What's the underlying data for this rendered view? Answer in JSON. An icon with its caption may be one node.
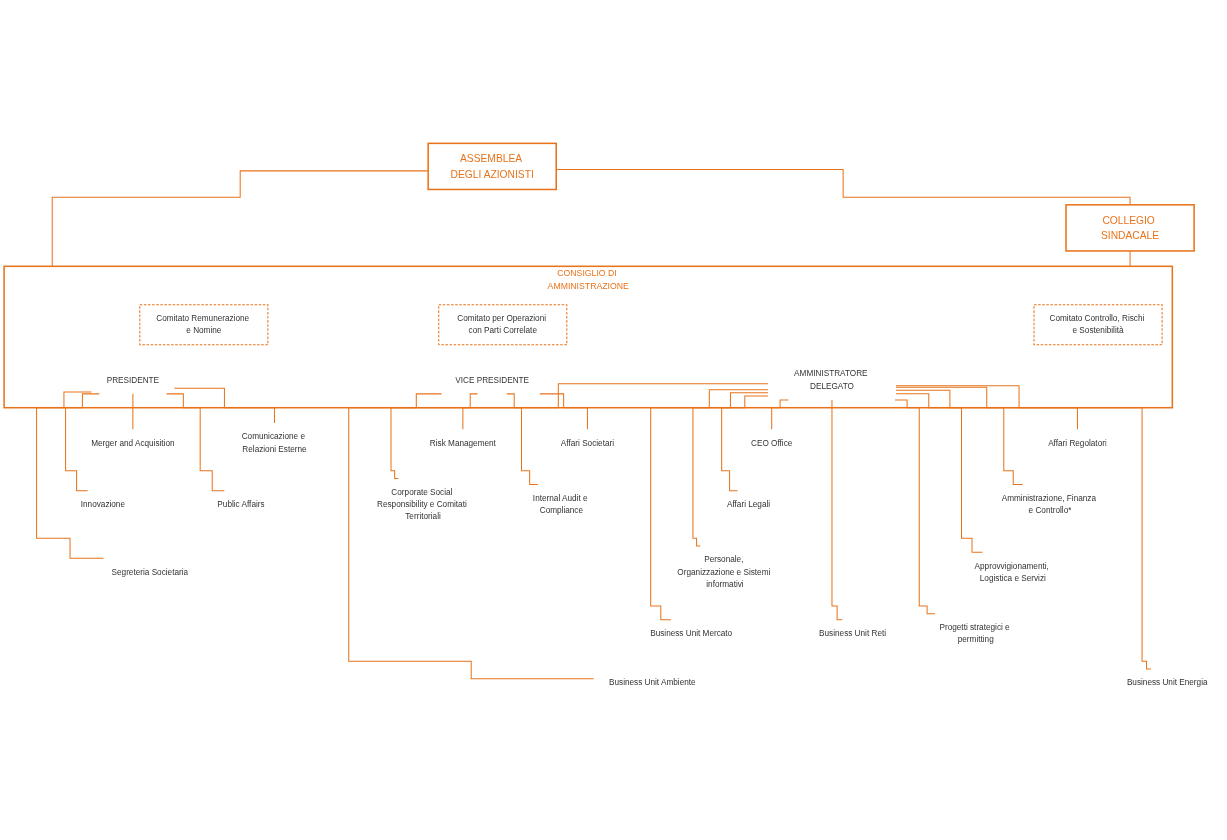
{
  "diagram": {
    "nodes": [
      {
        "text": [
          "ASSEMBLEA DEGLI AZIONISTI"
        ]
      },
      {
        "text": [
          "COLLEGIO SINDACALE"
        ]
      },
      {
        "text": [
          "CONSIGLIO DI AMMINISTRAZIONE"
        ]
      },
      {
        "text": [
          "Comitato Remunerazione e Nomine"
        ],
        "in": 2
      },
      {
        "text": [
          "Comitato Controllo, Rischi e Sostenibilità"
        ],
        "in": 2
      },
      {
        "text": [
          "Comitato per Operazioni con Parti Correlate"
        ],
        "in": 2
      },
      {
        "text": [
          "PRESIDENTE"
        ],
        "in": 2
      },
      {
        "text": [
          "AMMINISTRATORE DELEGATO"
        ],
        "in": 2
      },
      {
        "text": [
          "VICE PRESIDENTE"
        ],
        "in": 2
      },
      {
        "text": [
          "Comunicazione e Relazioni Esterne"
        ]
      },
      {
        "text": [
          "Merger and Acquisition"
        ]
      },
      {
        "text": [
          "Affari Regolatori"
        ]
      },
      {
        "text": [
          "CEO Office"
        ]
      },
      {
        "text": [
          "Risk Management"
        ]
      },
      {
        "text": [
          "Affari Societari"
        ]
      },
      {
        "text": [
          "Public Affairs"
        ]
      },
      {
        "text": [
          "Innovazione"
        ]
      },
      {
        "text": [
          "Amministrazione, Finanza e Controllo*"
        ]
      },
      {
        "text": [
          "Affari Legali"
        ]
      },
      {
        "text": [
          "Corporate Social Responsibility e Comitati Territoriali"
        ]
      },
      {
        "text": [
          "Internal Audit e Compliance"
        ]
      },
      {
        "text": [
          "Segreteria Societaria"
        ]
      },
      {
        "text": [
          "Approvvigionamenti, Logistica e Servizi"
        ]
      },
      {
        "text": [
          "Personale, Organizzazione e Sistemi informativi"
        ]
      },
      {
        "text": [
          "Progetti strategici e permitting"
        ]
      },
      {
        "text": [
          "Business Unit Ambiente"
        ]
      },
      {
        "text": [
          "Business Unit Energia"
        ]
      },
      {
        "text": [
          "Business Unit Mercato"
        ]
      },
      {
        "text": [
          "Business Unit Reti"
        ]
      }
    ],
    "edges": [
      {
        "from": 0,
        "to": 2,
        "arrow": "none"
      },
      {
        "from": 0,
        "to": 1,
        "arrow": "none"
      },
      {
        "from": 1,
        "to": 2,
        "arrow": "none"
      },
      {
        "from": 6,
        "to": 9,
        "arrow": "none"
      },
      {
        "from": 6,
        "to": 10,
        "arrow": "none"
      },
      {
        "from": 6,
        "to": 15,
        "arrow": "none"
      },
      {
        "from": 6,
        "to": 16,
        "arrow": "none"
      },
      {
        "from": 6,
        "to": 21,
        "arrow": "none"
      },
      {
        "from": 7,
        "to": 11,
        "arrow": "none"
      },
      {
        "from": 7,
        "to": 12,
        "arrow": "none"
      },
      {
        "from": 7,
        "to": 17,
        "arrow": "none"
      },
      {
        "from": 7,
        "to": 18,
        "arrow": "none"
      },
      {
        "from": 7,
        "to": 22,
        "arrow": "none"
      },
      {
        "from": 7,
        "to": 23,
        "arrow": "none"
      },
      {
        "from": 7,
        "to": 24,
        "arrow": "none"
      },
      {
        "from": 7,
        "to": 25,
        "arrow": "none"
      },
      {
        "from": 7,
        "to": 26,
        "arrow": "none"
      },
      {
        "from": 7,
        "to": 27,
        "arrow": "none"
      },
      {
        "from": 7,
        "to": 28,
        "arrow": "none"
      },
      {
        "from": 8,
        "to": 13,
        "arrow": "none"
      },
      {
        "from": 8,
        "to": 14,
        "arrow": "none"
      },
      {
        "from": 8,
        "to": 19,
        "arrow": "none"
      },
      {
        "from": 8,
        "to": 20,
        "arrow": "none"
      }
    ]
  }
}
